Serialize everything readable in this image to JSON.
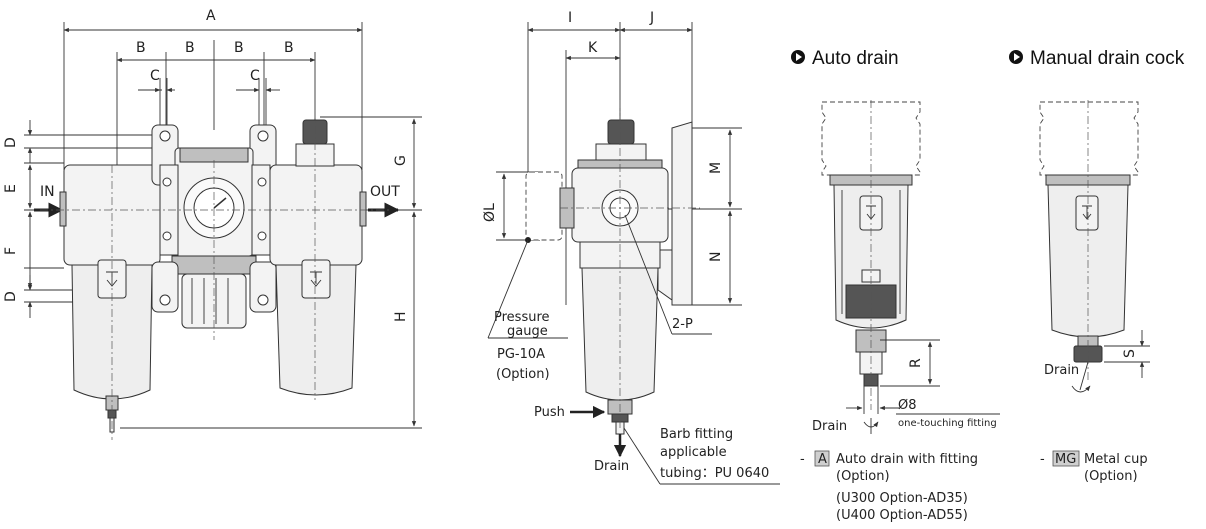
{
  "front_view": {
    "dims": {
      "A": "A",
      "B": "B",
      "C": "C",
      "D": "D",
      "E": "E",
      "F": "F",
      "G": "G",
      "H": "H"
    },
    "in_label": "IN",
    "out_label": "OUT"
  },
  "side_view": {
    "dims": {
      "I": "I",
      "J": "J",
      "K": "K",
      "M": "M",
      "N": "N",
      "L": "ØL"
    },
    "port_label": "2-P",
    "gauge_line1": "Pressure",
    "gauge_line2": "gauge",
    "gauge_line3": "PG-10A",
    "gauge_line4": "(Option)",
    "push_label": "Push",
    "drain_label": "Drain",
    "barb_line1": "Barb fitting",
    "barb_line2": "applicable",
    "barb_line3": "tubing：PU 0640"
  },
  "auto_drain": {
    "title": "Auto drain",
    "dim_R": "R",
    "dia": "Ø8",
    "fitting_note": "one-touching fitting",
    "drain_label": "Drain",
    "badge": "A",
    "desc_line1": "Auto drain with fitting",
    "desc_line2": "(Option)",
    "desc_line3": "(U300 Option-AD35)",
    "desc_line4": "(U400 Option-AD55)"
  },
  "manual_drain": {
    "title": "Manual drain cock",
    "dim_S": "S",
    "drain_label": "Drain",
    "badge": "MG",
    "desc_line1": "Metal cup",
    "desc_line2": "(Option)"
  }
}
